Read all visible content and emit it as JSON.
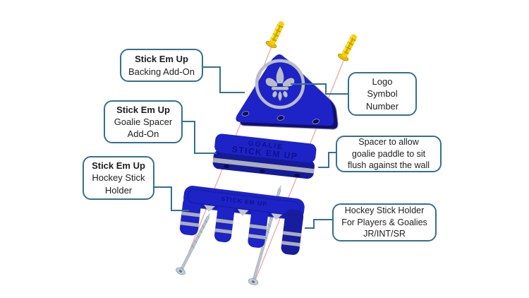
{
  "colors": {
    "accent_teal": "#34708f",
    "plastic_blue": "#1d23c6",
    "plastic_blue_dark": "#11106e",
    "silver": "#b9bdc8",
    "anchor_yellow": "#f4d303",
    "guide_pink": "#eba7a2",
    "screw_silver": "#b9c4ce"
  },
  "callouts": {
    "backing": {
      "line1": "Stick Em Up",
      "line2": "Backing Add-On"
    },
    "goalie_spacer": {
      "line1": "Stick Em Up",
      "line2": "Goalie Spacer",
      "line3": "Add-On"
    },
    "holder": {
      "line1": "Stick Em Up",
      "line2": "Hockey Stick",
      "line3": "Holder"
    },
    "logo": {
      "line1": "Logo",
      "line2": "Symbol",
      "line3": "Number"
    },
    "spacer_note": {
      "line1": "Spacer to allow",
      "line2": "goalie paddle to sit",
      "line3": "flush against the wall"
    },
    "holder_note": {
      "line1": "Hockey Stick Holder",
      "line2": "For Players & Goalies",
      "line3": "JR/INT/SR"
    }
  },
  "engravings": {
    "spacer_top": "GOALIE",
    "spacer_main": "STICK EM UP",
    "holder": "STICK EM UP"
  }
}
